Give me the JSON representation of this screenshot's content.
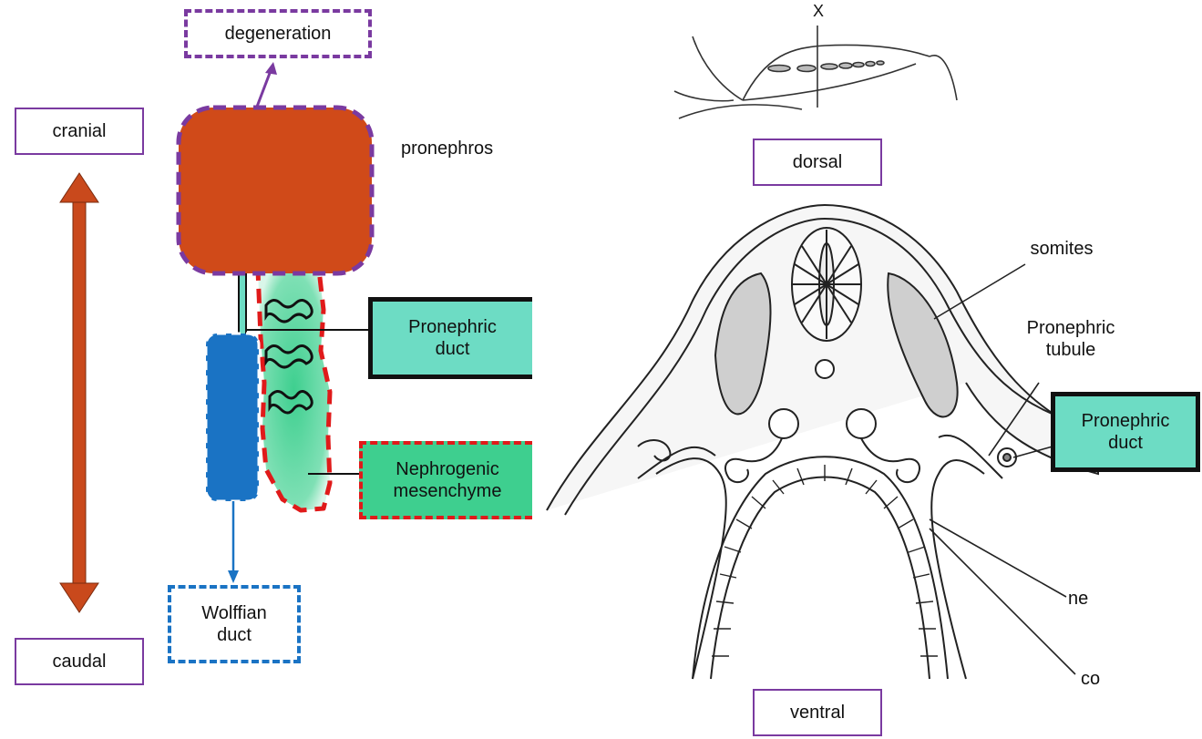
{
  "colors": {
    "pronephros_fill": "#d04a19",
    "purple": "#7a3aa0",
    "blue": "#1a73c4",
    "teal": "#6ddcc4",
    "mesenchyme_green": "#3ecf8f",
    "red": "#e01a1a",
    "arrow_orange": "#c9491c"
  },
  "left_panel": {
    "degeneration": "degeneration",
    "cranial": "cranial",
    "caudal": "caudal",
    "pronephros": "pronephros",
    "pronephric_duct": "Pronephric\nduct",
    "nephrogenic_mesenchyme": "Nephrogenic\nmesenchyme",
    "wolffian_duct": "Wolffian\nduct"
  },
  "right_panel": {
    "top_axis": "X",
    "dorsal": "dorsal",
    "ventral": "ventral",
    "somites": "somites",
    "pronephric_tubule": "Pronephric\ntubule",
    "pronephric_duct": "Pronephric\nduct",
    "cut_label_1": "ne",
    "cut_label_2": "co"
  }
}
